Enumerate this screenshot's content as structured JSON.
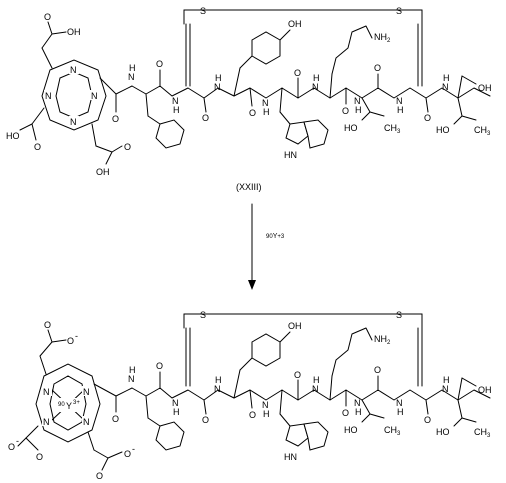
{
  "scheme": {
    "compound_label": "(XXIII)",
    "reagent": "90Y+3",
    "reagent_isotope": "90",
    "reagent_symbol": "Y",
    "reagent_charge": "+3"
  },
  "atoms": {
    "sulfur": "S",
    "hydroxyl": "OH",
    "hydroxyl_left": "HO",
    "amine": "NH2",
    "amine_text": "NH",
    "amine_sub": "2",
    "amide_h": "H",
    "amide_n": "N",
    "amide_nh": "N H",
    "indole_hn": "HN",
    "ch3": "CH3",
    "ch3_text": "CH",
    "ch3_sub": "3",
    "oxygen": "O",
    "nitrogen": "N",
    "carboxylate": "O",
    "neg_charge": "-",
    "metal_isotope": "90",
    "metal": "Y",
    "metal_charge": "3+"
  }
}
